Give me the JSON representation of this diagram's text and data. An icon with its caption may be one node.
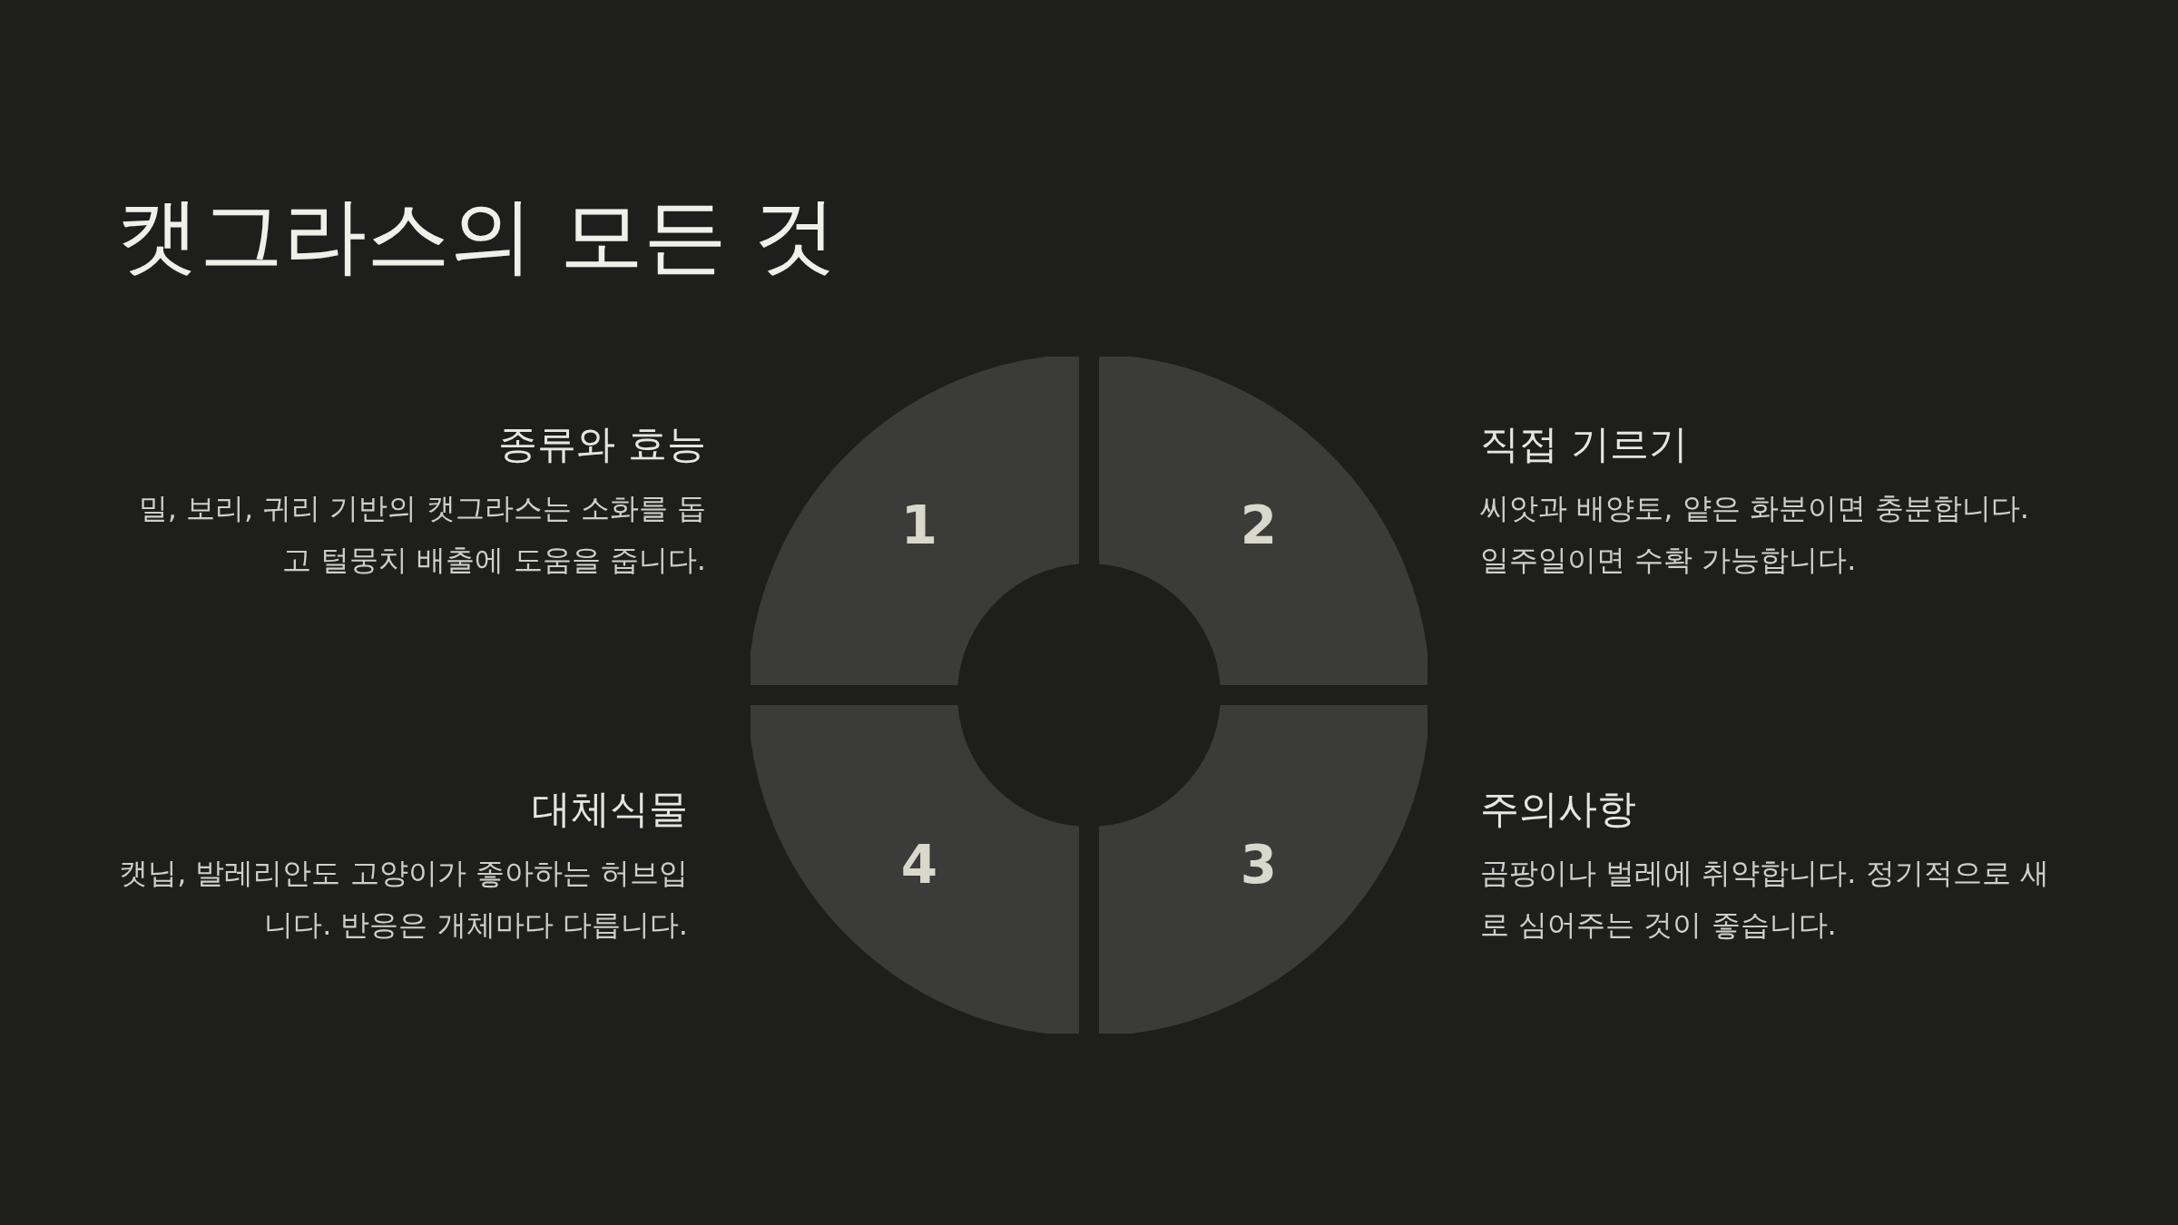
{
  "diagram": {
    "title": "캣그라스의 모든 것",
    "nodes": [
      {
        "text": [
          "1"
        ],
        "beside": [
          "종류와 효능",
          "밀, 보리, 귀리 기반의 캣그라스는 소화를 돕고 털뭉치 배출에 도움을 줍니다."
        ]
      },
      {
        "text": [
          "2"
        ],
        "beside": [
          "직접 기르기",
          "씨앗과 배양토, 얕은 화분이면 충분합니다. 일주일이면 수확 가능합니다."
        ]
      },
      {
        "text": [
          "4"
        ],
        "beside": [
          "대체식물",
          "캣닙, 발레리안도 고양이가 좋아하는 허브입니다. 반응은 개체마다 다릅니다."
        ]
      },
      {
        "text": [
          "3"
        ],
        "beside": [
          "주의사항",
          "곰팡이나 벌레에 취약합니다. 정기적으로 새로 심어주는 것이 좋습니다."
        ]
      }
    ]
  }
}
